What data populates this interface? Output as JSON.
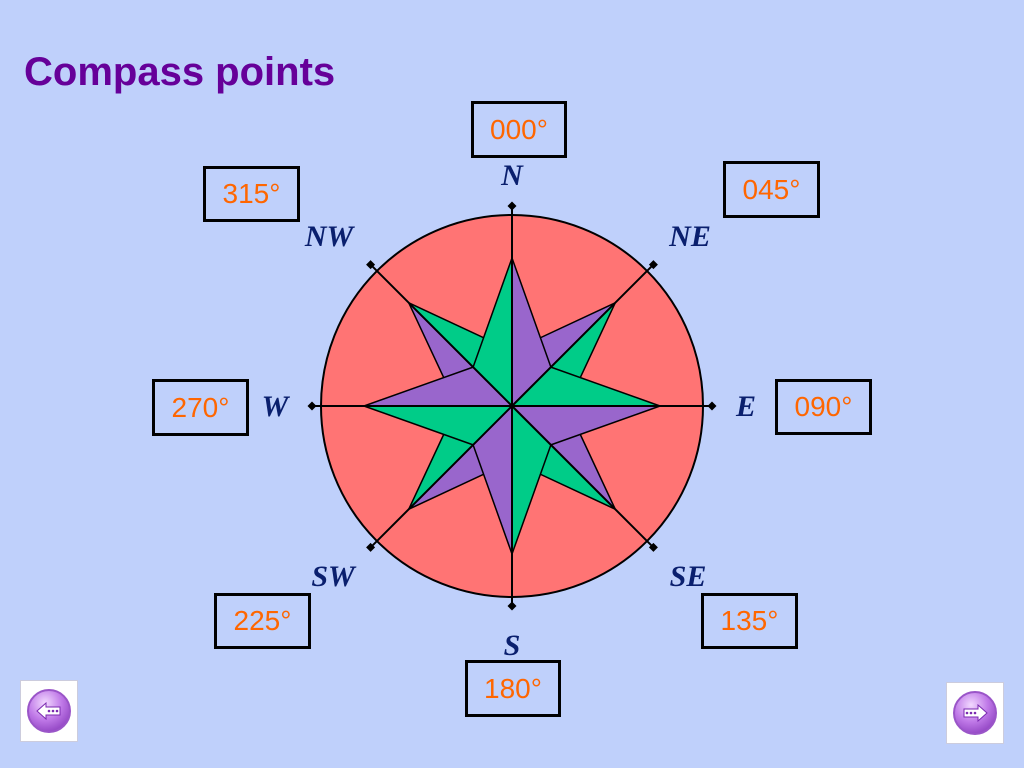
{
  "slide": {
    "title": "Compass points"
  },
  "compass": {
    "directions": [
      {
        "key": "N",
        "label": "N",
        "bearing": "000°"
      },
      {
        "key": "NE",
        "label": "NE",
        "bearing": "045°"
      },
      {
        "key": "E",
        "label": "E",
        "bearing": "090°"
      },
      {
        "key": "SE",
        "label": "SE",
        "bearing": "135°"
      },
      {
        "key": "S",
        "label": "S",
        "bearing": "180°"
      },
      {
        "key": "SW",
        "label": "SW",
        "bearing": "225°"
      },
      {
        "key": "W",
        "label": "W",
        "bearing": "270°"
      },
      {
        "key": "NW",
        "label": "NW",
        "bearing": "315°"
      }
    ],
    "colors": {
      "circle_fill": "#ff7474",
      "cardinal_star_light": "#00cc88",
      "cardinal_star_dark": "#9966cc",
      "ordinal_star_light": "#00cc88",
      "ordinal_star_dark": "#9966cc",
      "bearing_text": "#ff6600",
      "direction_text": "#0a1f6e",
      "title_text": "#660099",
      "background": "#bfd0fb"
    }
  },
  "navigation": {
    "back_icon": "back-arrow-icon",
    "forward_icon": "forward-arrow-icon"
  }
}
